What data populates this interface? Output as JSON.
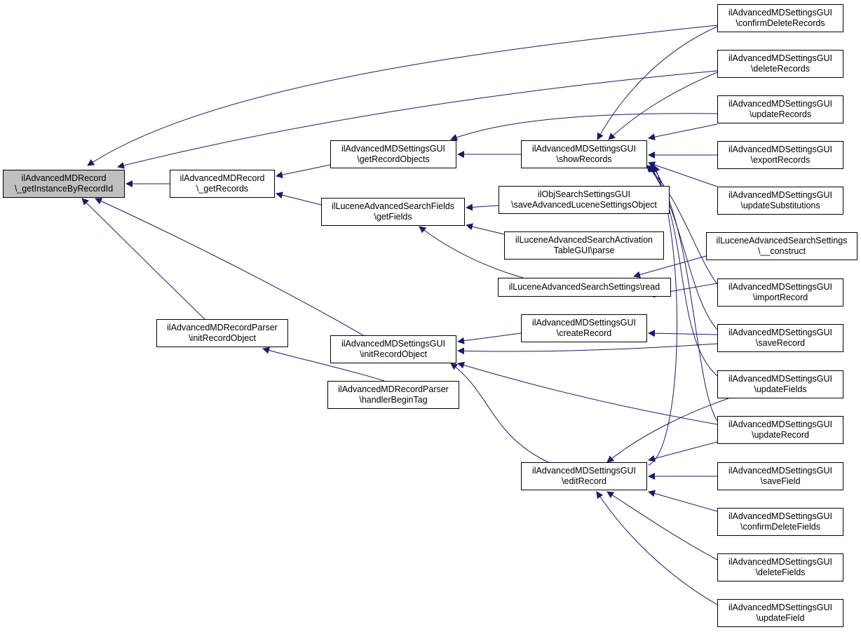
{
  "colors": {
    "edge": "#191970",
    "root_fill": "#bfbfbf",
    "node_fill": "#ffffff",
    "border": "#000000"
  },
  "nodes": {
    "root": [
      "ilAdvancedMDRecord",
      "\\_getInstanceByRecordId"
    ],
    "getRecords": [
      "ilAdvancedMDRecord",
      "\\_getRecords"
    ],
    "parserInit": [
      "ilAdvancedMDRecordParser",
      "\\initRecordObject"
    ],
    "parserHandler": [
      "ilAdvancedMDRecordParser",
      "\\handlerBeginTag"
    ],
    "getRecordObjects": [
      "ilAdvancedMDSettingsGUI",
      "\\getRecordObjects"
    ],
    "getFields": [
      "ilLuceneAdvancedSearchFields",
      "\\getFields"
    ],
    "guiInit": [
      "ilAdvancedMDSettingsGUI",
      "\\initRecordObject"
    ],
    "showRecords": [
      "ilAdvancedMDSettingsGUI",
      "\\showRecords"
    ],
    "saveLucene": [
      "ilObjSearchSettingsGUI",
      "\\saveAdvancedLuceneSettingsObject"
    ],
    "activationParse": [
      "ilLuceneAdvancedSearchActivation",
      "TableGUI\\parse"
    ],
    "settingsRead": [
      "ilLuceneAdvancedSearchSettings\\read"
    ],
    "createRecord": [
      "ilAdvancedMDSettingsGUI",
      "\\createRecord"
    ],
    "editRecord": [
      "ilAdvancedMDSettingsGUI",
      "\\editRecord"
    ],
    "confirmDeleteRecords": [
      "ilAdvancedMDSettingsGUI",
      "\\confirmDeleteRecords"
    ],
    "deleteRecords": [
      "ilAdvancedMDSettingsGUI",
      "\\deleteRecords"
    ],
    "updateRecords": [
      "ilAdvancedMDSettingsGUI",
      "\\updateRecords"
    ],
    "exportRecords": [
      "ilAdvancedMDSettingsGUI",
      "\\exportRecords"
    ],
    "updateSubstitutions": [
      "ilAdvancedMDSettingsGUI",
      "\\updateSubstitutions"
    ],
    "settingsConstruct": [
      "ilLuceneAdvancedSearchSettings",
      "\\__construct"
    ],
    "importRecord": [
      "ilAdvancedMDSettingsGUI",
      "\\importRecord"
    ],
    "saveRecord": [
      "ilAdvancedMDSettingsGUI",
      "\\saveRecord"
    ],
    "updateFields": [
      "ilAdvancedMDSettingsGUI",
      "\\updateFields"
    ],
    "updateRecord": [
      "ilAdvancedMDSettingsGUI",
      "\\updateRecord"
    ],
    "saveField": [
      "ilAdvancedMDSettingsGUI",
      "\\saveField"
    ],
    "confirmDeleteFields": [
      "ilAdvancedMDSettingsGUI",
      "\\confirmDeleteFields"
    ],
    "deleteFields": [
      "ilAdvancedMDSettingsGUI",
      "\\deleteFields"
    ],
    "updateField": [
      "ilAdvancedMDSettingsGUI",
      "\\updateField"
    ]
  }
}
